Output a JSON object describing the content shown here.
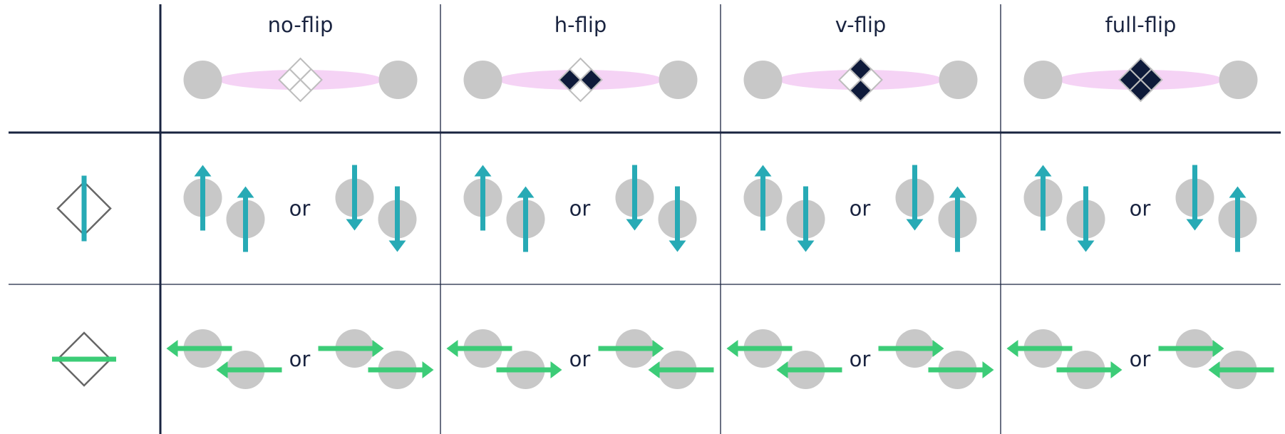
{
  "colors": {
    "grid_line": "#1a2440",
    "node": "#c8c8c8",
    "bond": "#f5d3f5",
    "plaquette_filled": "#0e1a3a",
    "plaquette_empty_stroke": "#bdbdbd",
    "vertical_arrow": "#27aab5",
    "horizontal_arrow": "#3ccc77",
    "symbol_stroke": "#666666"
  },
  "columns": [
    {
      "label": "no-flip",
      "filled_quadrants": []
    },
    {
      "label": "h-flip",
      "filled_quadrants": [
        "left",
        "right"
      ]
    },
    {
      "label": "v-flip",
      "filled_quadrants": [
        "top",
        "bottom"
      ]
    },
    {
      "label": "full-flip",
      "filled_quadrants": [
        "left",
        "right",
        "top",
        "bottom"
      ]
    }
  ],
  "rows": [
    {
      "symbol": "diamond-with-vertical-bar-icon",
      "orientation": "vertical",
      "cells": [
        {
          "left_pair": [
            "up",
            "up"
          ],
          "right_pair": [
            "down",
            "down"
          ]
        },
        {
          "left_pair": [
            "up",
            "up"
          ],
          "right_pair": [
            "down",
            "down"
          ]
        },
        {
          "left_pair": [
            "up",
            "down"
          ],
          "right_pair": [
            "down",
            "up"
          ]
        },
        {
          "left_pair": [
            "up",
            "down"
          ],
          "right_pair": [
            "down",
            "up"
          ]
        }
      ]
    },
    {
      "symbol": "diamond-with-horizontal-bar-icon",
      "orientation": "horizontal",
      "cells": [
        {
          "left_pair": [
            "left",
            "left"
          ],
          "right_pair": [
            "right",
            "right"
          ]
        },
        {
          "left_pair": [
            "left",
            "right"
          ],
          "right_pair": [
            "right",
            "left"
          ]
        },
        {
          "left_pair": [
            "left",
            "left"
          ],
          "right_pair": [
            "right",
            "right"
          ]
        },
        {
          "left_pair": [
            "left",
            "right"
          ],
          "right_pair": [
            "right",
            "left"
          ]
        }
      ]
    }
  ],
  "separator_word": "or"
}
